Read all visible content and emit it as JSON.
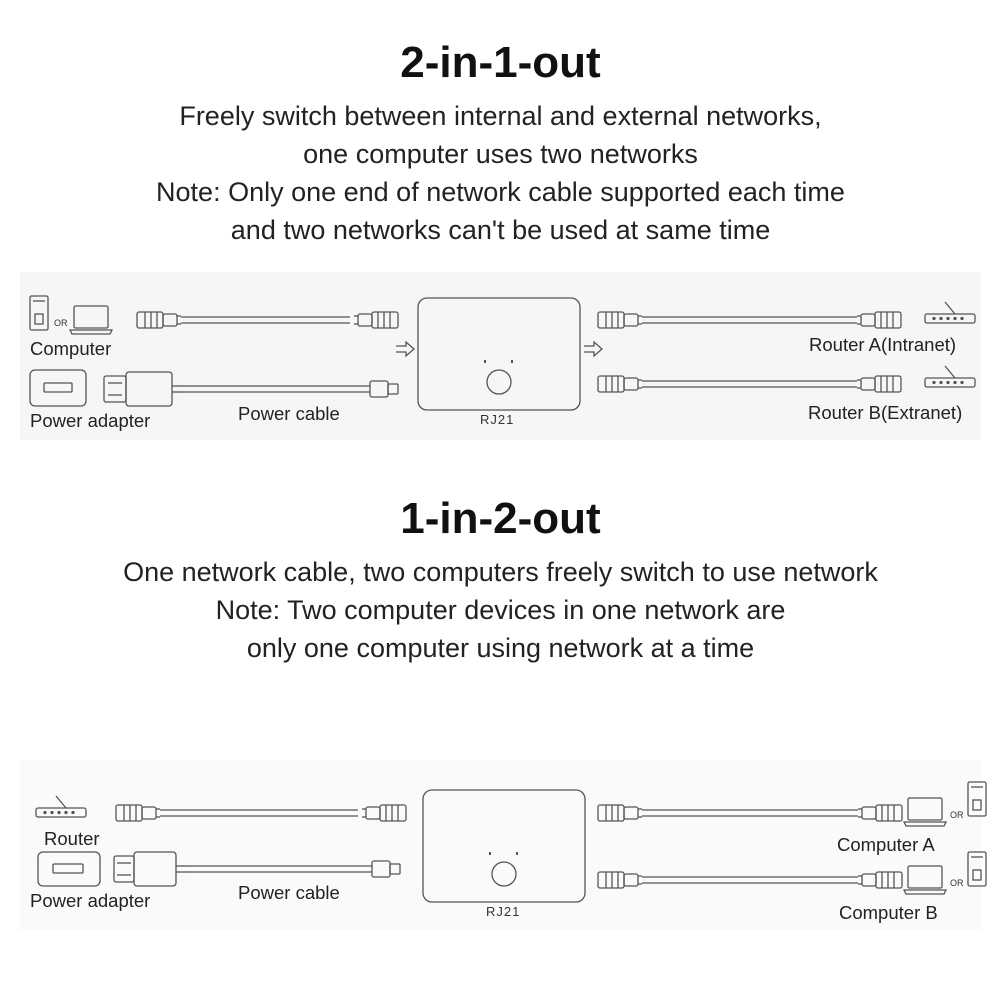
{
  "section1": {
    "title": "2-in-1-out",
    "lines": [
      "Freely switch between internal and external networks,",
      "one computer uses two networks",
      "Note: Only one end of network cable supported each time",
      "and two networks can't be used at same time"
    ],
    "labels": {
      "computer": "Computer",
      "power_adapter": "Power adapter",
      "power_cable": "Power cable",
      "rj21": "RJ21",
      "router_a": "Router A(Intranet)",
      "router_b": "Router B(Extranet)",
      "or": "OR"
    }
  },
  "section2": {
    "title": "1-in-2-out",
    "lines": [
      "One network cable, two computers freely switch to use network",
      "Note: Two computer devices in one network are",
      "only one computer using network at a time"
    ],
    "labels": {
      "router": "Router",
      "power_adapter": "Power adapter",
      "power_cable": "Power cable",
      "rj21": "RJ21",
      "computer_a": "Computer A",
      "computer_b": "Computer B",
      "or_a": "OR",
      "or_b": "OR"
    }
  },
  "colors": {
    "line": "#555555",
    "text": "#222222",
    "band": "#f6f6f6"
  }
}
